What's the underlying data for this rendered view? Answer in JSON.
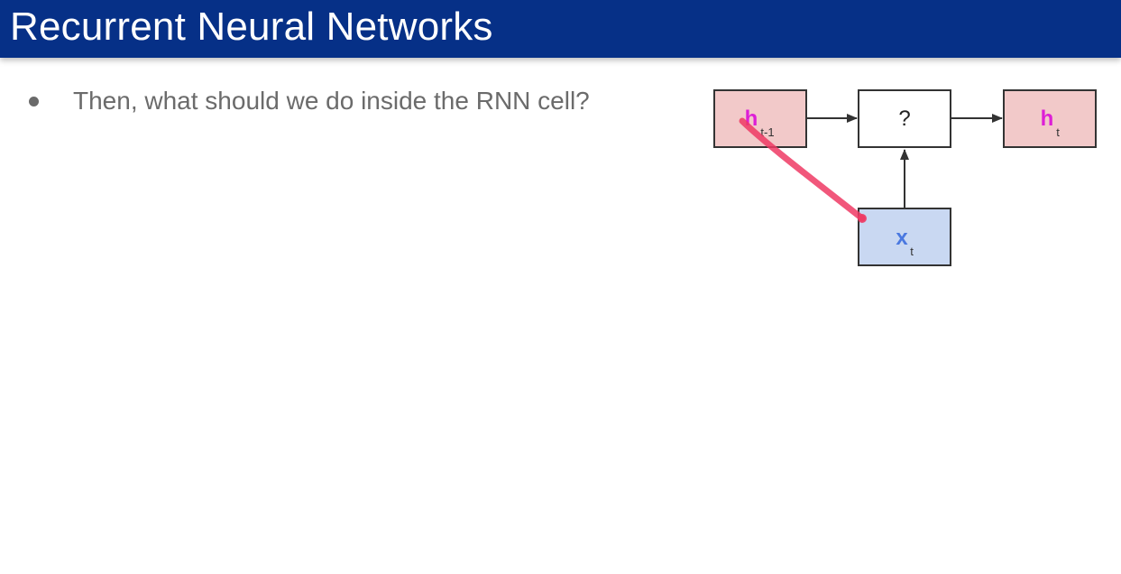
{
  "slide": {
    "title": "Recurrent Neural Networks",
    "bullets": [
      "Then, what should we do inside the RNN cell?"
    ]
  },
  "diagram": {
    "nodes": {
      "h_prev": {
        "main": "h",
        "sub": "t-1",
        "fill": "#f2c9c9",
        "text_color": "#dd1fd6"
      },
      "cell": {
        "main": "?",
        "sub": "",
        "fill": "#ffffff",
        "text_color": "#222222"
      },
      "h_t": {
        "main": "h",
        "sub": "t",
        "fill": "#f2c9c9",
        "text_color": "#dd1fd6"
      },
      "x_t": {
        "main": "x",
        "sub": "t",
        "fill": "#c9d8f2",
        "text_color": "#4a78e0"
      }
    },
    "edges": [
      {
        "from": "h_prev",
        "to": "cell"
      },
      {
        "from": "cell",
        "to": "h_t"
      },
      {
        "from": "x_t",
        "to": "cell"
      }
    ],
    "annotation_color": "#ee3a64"
  },
  "colors": {
    "title_bar": "#063087",
    "title_text": "#ffffff",
    "bullet_text": "#6b6b6b"
  }
}
